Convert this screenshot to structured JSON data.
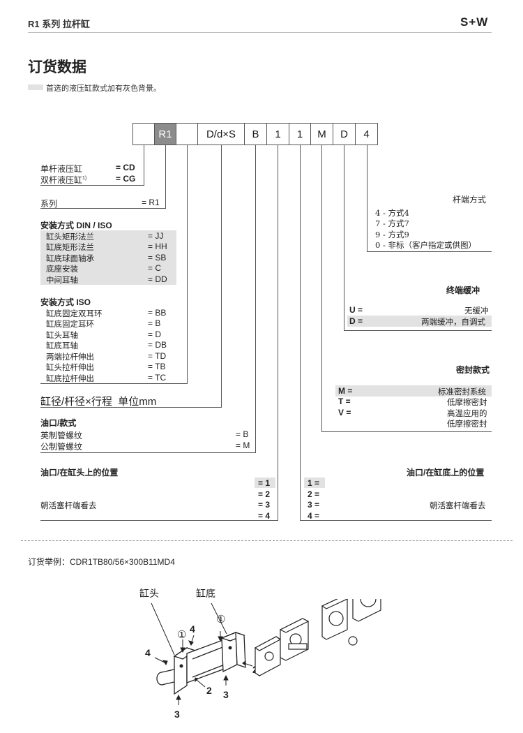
{
  "header": {
    "series_title": "R1 系列 拉杆缸",
    "brand": "S+W"
  },
  "page_title": "订货数据",
  "note": "首选的液压缸款式加有灰色背景。",
  "code_boxes": [
    "",
    "R1",
    "",
    "D/d×S",
    "B",
    "1",
    "1",
    "M",
    "D",
    "4"
  ],
  "cylinder_type": [
    {
      "label": "单杆液压缸",
      "code": "= CD"
    },
    {
      "label": "双杆液压缸",
      "sup": "1)",
      "code": "= CG"
    }
  ],
  "series": {
    "label": "系列",
    "code": "= R1"
  },
  "mount_din": {
    "title": "安装方式 DIN / ISO",
    "items": [
      {
        "label": "缸头矩形法兰",
        "code": "= JJ"
      },
      {
        "label": "缸底矩形法兰",
        "code": "= HH"
      },
      {
        "label": "缸底球面轴承",
        "code": "= SB"
      },
      {
        "label": "底座安装",
        "code": "= C"
      },
      {
        "label": "中间耳轴",
        "code": "= DD"
      }
    ]
  },
  "mount_iso": {
    "title": "安装方式 ISO",
    "items": [
      {
        "label": "缸底固定双耳环",
        "code": "= BB"
      },
      {
        "label": "缸底固定耳环",
        "code": "= B"
      },
      {
        "label": "缸头耳轴",
        "code": "= D"
      },
      {
        "label": "缸底耳轴",
        "code": "= DB"
      },
      {
        "label": "两端拉杆伸出",
        "code": "= TD"
      },
      {
        "label": "缸头拉杆伸出",
        "code": "= TB"
      },
      {
        "label": "缸底拉杆伸出",
        "code": "= TC"
      }
    ]
  },
  "bore_line": {
    "text": "缸径/杆径×行程",
    "unit": "单位mm"
  },
  "port_type": {
    "title": "油口/款式",
    "items": [
      {
        "label": "英制管螺纹",
        "code": "= B"
      },
      {
        "label": "公制管螺纹",
        "code": "= M"
      }
    ]
  },
  "port_head": {
    "title": "油口/在缸头上的位置",
    "codes": [
      "= 1",
      "= 2",
      "= 3",
      "= 4"
    ],
    "hint": "朝活塞杆端看去"
  },
  "port_base": {
    "title": "油口/在缸底上的位置",
    "codes": [
      "1 =",
      "2 =",
      "3 =",
      "4 ="
    ],
    "hint": "朝活塞杆端看去"
  },
  "rod_end": {
    "title": "杆端方式",
    "items": [
      "4 - 方式4",
      "7 - 方式7",
      "9 - 方式9",
      "0 - 非标（客户指定或供图）"
    ]
  },
  "cushion": {
    "title": "终端缓冲",
    "items": [
      {
        "code": "U =",
        "label": "无缓冲"
      },
      {
        "code": "D =",
        "label": "两端缓冲，自调式"
      }
    ]
  },
  "seal": {
    "title": "密封款式",
    "items": [
      {
        "code": "M =",
        "label": "标准密封系统"
      },
      {
        "code": "T =",
        "label": "低摩擦密封"
      },
      {
        "code": "V =",
        "label": "高温应用的"
      },
      {
        "code": "",
        "label": "低摩擦密封"
      }
    ]
  },
  "example": "订货举例：CDR1TB80/56×300B11MD4",
  "diagram": {
    "head_label": "缸头",
    "base_label": "缸底",
    "circled_1": "①",
    "numbers": [
      "4",
      "4",
      "2",
      "2",
      "3",
      "3"
    ]
  }
}
